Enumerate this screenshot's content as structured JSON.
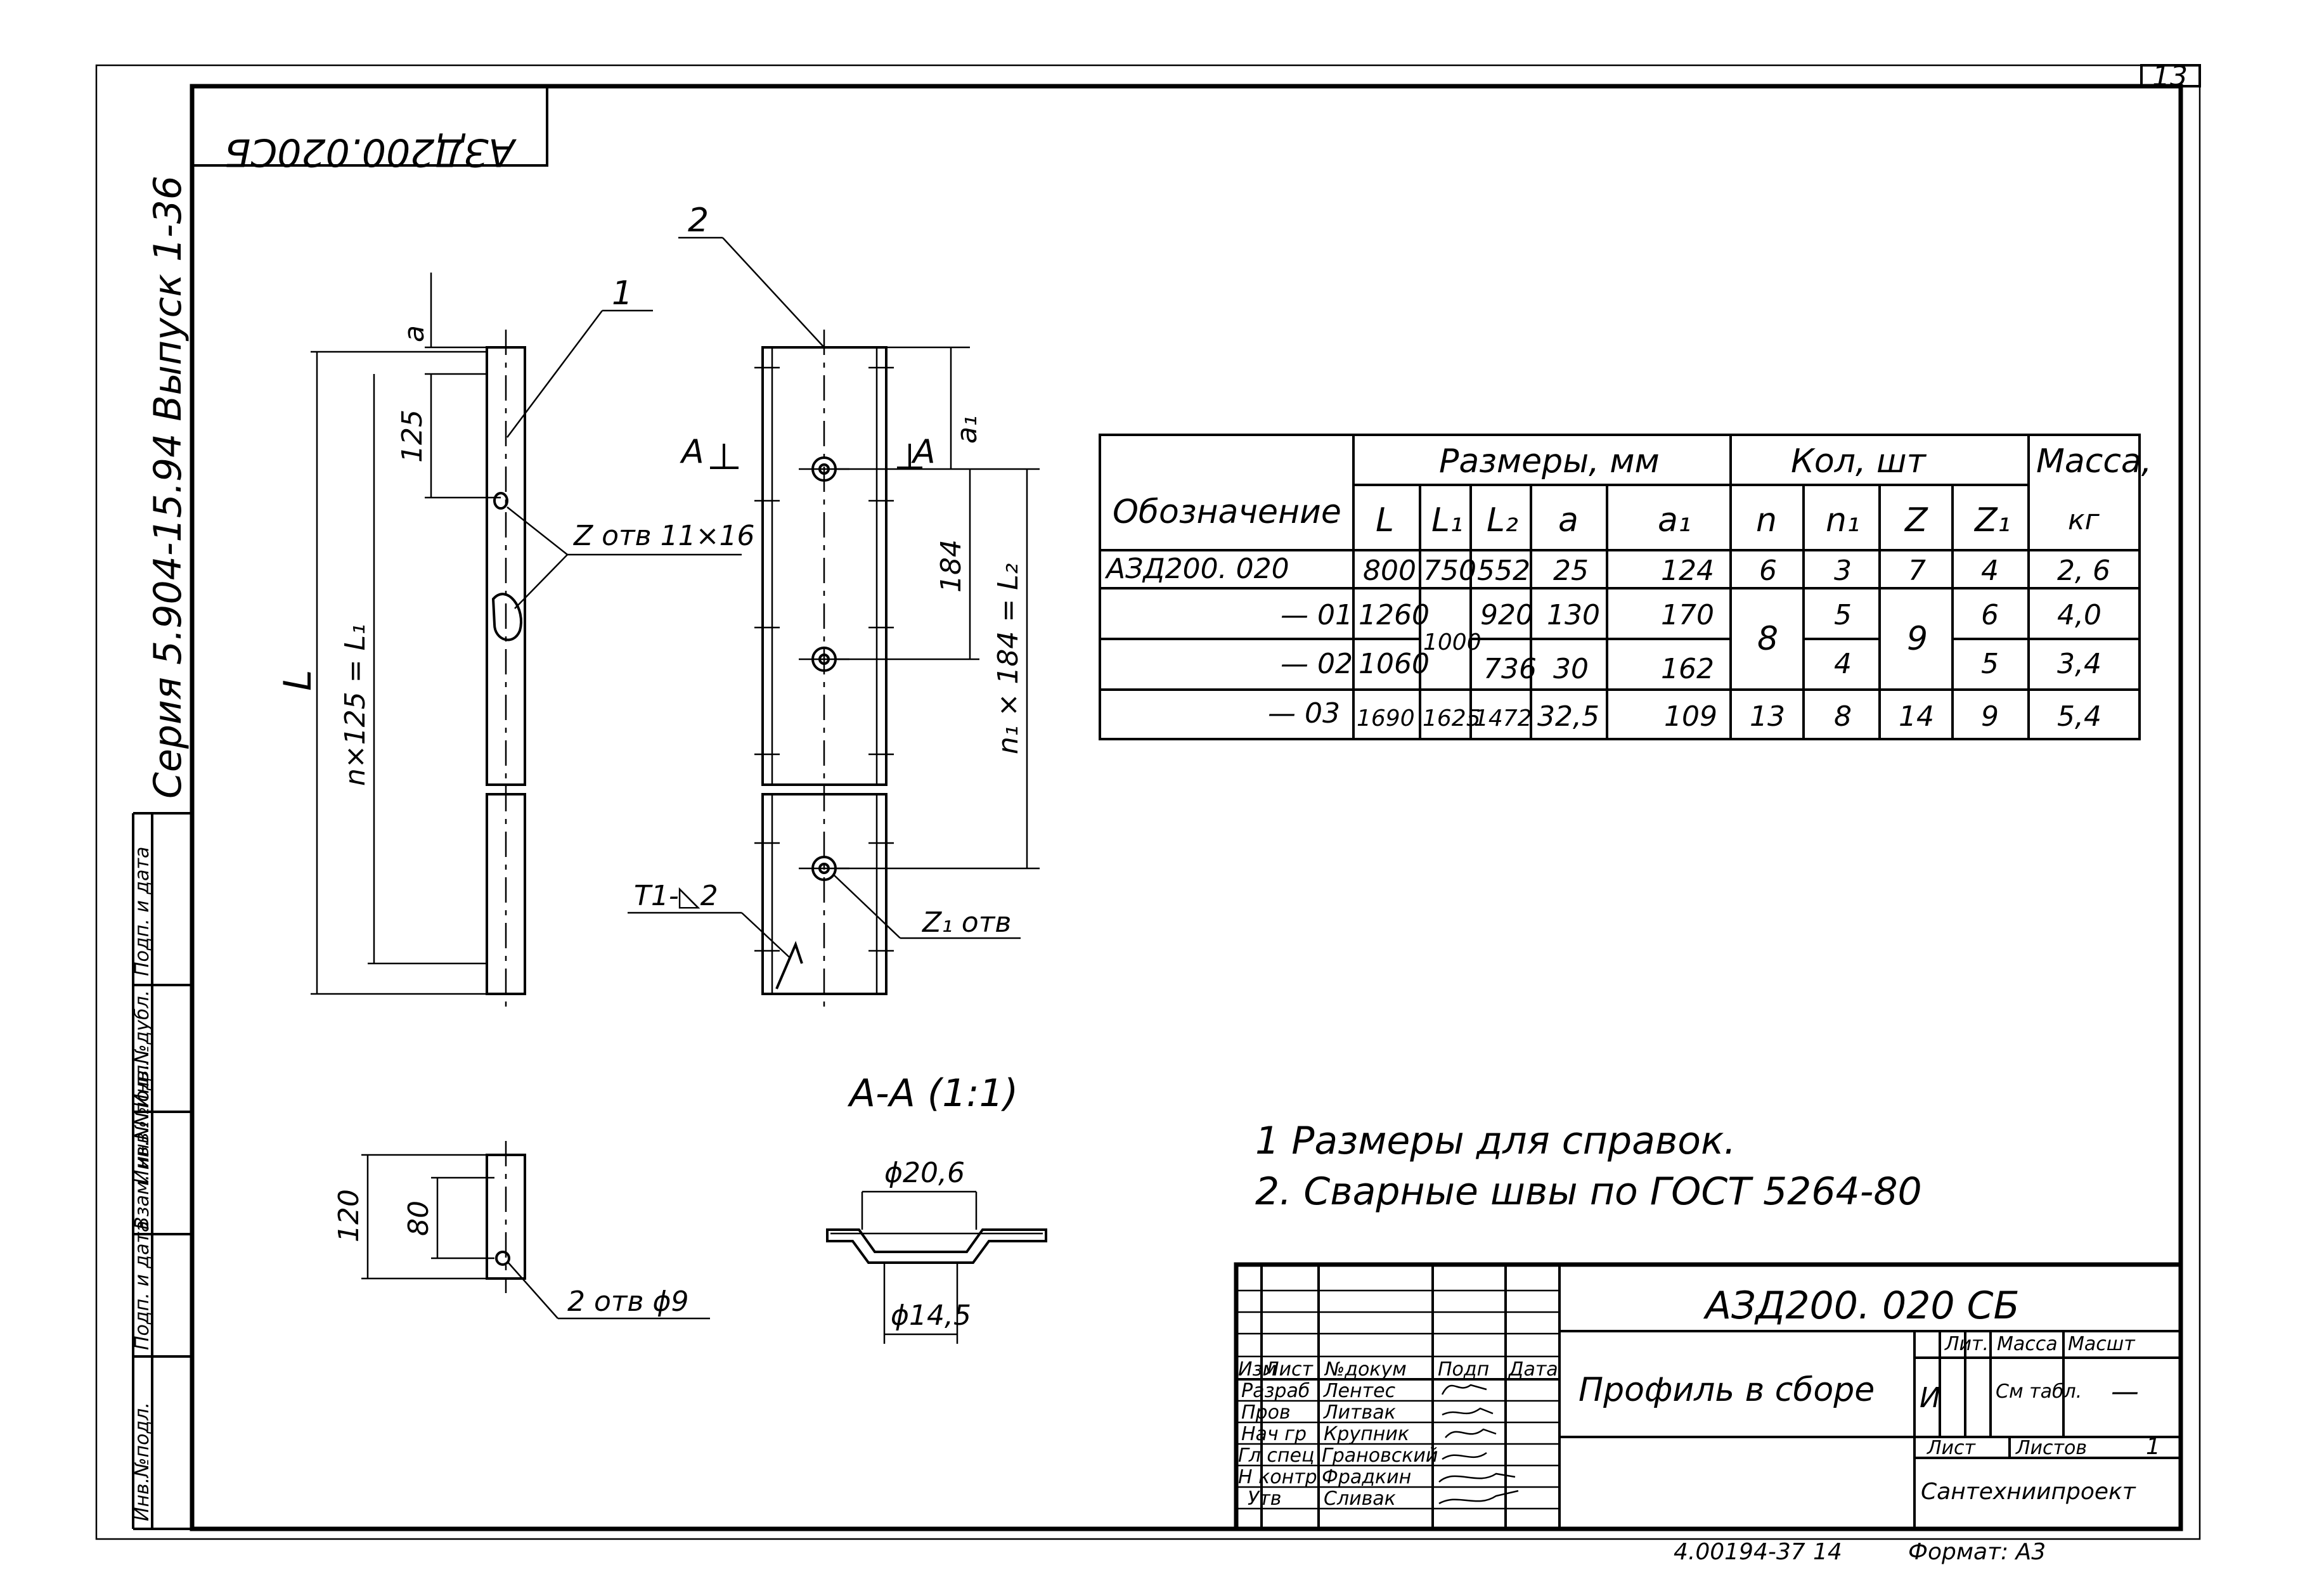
{
  "sheet": {
    "number": "13",
    "mirrored_code": "АЗД200.020СБ",
    "series_text": "Серия 5.904-15.94 Выпуск 1-36",
    "left_strip_labels": [
      "Подп. и дата",
      "Инв.№дубл.",
      "Инв.№ подл.",
      "Взам. инв.№",
      "Подп. и дата",
      "Инв.№подл."
    ]
  },
  "drawing": {
    "callout_1": "1",
    "callout_2": "2",
    "dim_a": "a",
    "dim_a1": "a₁",
    "dim_125": "125",
    "dim_L": "L",
    "dim_nx125": "n×125 = L₁",
    "dim_184": "184",
    "dim_n1x184": "n₁ × 184 = L₂",
    "holes_z": "Z отв 11×16",
    "holes_z1": "Z₁ отв",
    "weld": "Т1-◺2",
    "section_mark": "А",
    "section_title": "А-А (1:1)",
    "dim_phi206": "ϕ20,6",
    "dim_phi145": "ϕ14,5",
    "dim_120": "120",
    "dim_80": "80",
    "holes_2": "2 отв ϕ9"
  },
  "spec_table": {
    "headers": {
      "designation": "Обозначение",
      "dimensions": "Размеры, мм",
      "quantity": "Кол, шт",
      "mass": "Масса,",
      "mass_unit": "кг",
      "L": "L",
      "L1": "L₁",
      "L2": "L₂",
      "a": "a",
      "a1": "a₁",
      "n": "n",
      "n1": "n₁",
      "Z": "Z",
      "Z1": "Z₁"
    },
    "rows": [
      {
        "designation": "АЗД200. 020",
        "L": "800",
        "L1": "750",
        "L2": "552",
        "a": "25",
        "a1": "124",
        "n": "6",
        "n1": "3",
        "Z": "7",
        "Z1": "4",
        "mass": "2, 6"
      },
      {
        "designation": "— 01",
        "L": "1260",
        "L1": "1000",
        "L2": "920",
        "a": "130",
        "a1": "170",
        "n": "8",
        "n1": "5",
        "Z": "9",
        "Z1": "6",
        "mass": "4,0"
      },
      {
        "designation": "— 02",
        "L": "1060",
        "L2": "736",
        "a": "30",
        "a1": "162",
        "n1": "4",
        "Z1": "5",
        "mass": "3,4"
      },
      {
        "designation": "— 03",
        "L": "1690",
        "L1": "1625",
        "L2": "1472",
        "a": "32,5",
        "a1": "109",
        "n": "13",
        "n1": "8",
        "Z": "14",
        "Z1": "9",
        "mass": "5,4"
      }
    ]
  },
  "notes": [
    "1 Размеры для справок.",
    "2. Сварные швы  по  ГОСТ 5264-80"
  ],
  "title_block": {
    "code": "АЗД200. 020 СБ",
    "name": "Профиль в сборе",
    "col_izm": "Изм",
    "col_list": "Лист",
    "col_doc": "№докум",
    "col_sign": "Подп",
    "col_date": "Дата",
    "roles": [
      "Разраб",
      "Пров",
      "Нач гр",
      "Гл спец",
      "Н контр",
      "Утв"
    ],
    "people": [
      "Лентес",
      "Литвак",
      "Крупник",
      "Грановский",
      "Фрадкин",
      "Сливак"
    ],
    "lit_label": "Лит.",
    "mass_label": "Масса",
    "scale_label": "Масшт",
    "lit_value": "И",
    "mass_value": "См табл.",
    "scale_value": "—",
    "sheet_label": "Лист",
    "sheets_label": "Листов",
    "sheets_value": "1",
    "org": "Сантехниипроект",
    "stamp": "4.00194-37",
    "stamp_num": "14",
    "format": "Формат: А3"
  }
}
